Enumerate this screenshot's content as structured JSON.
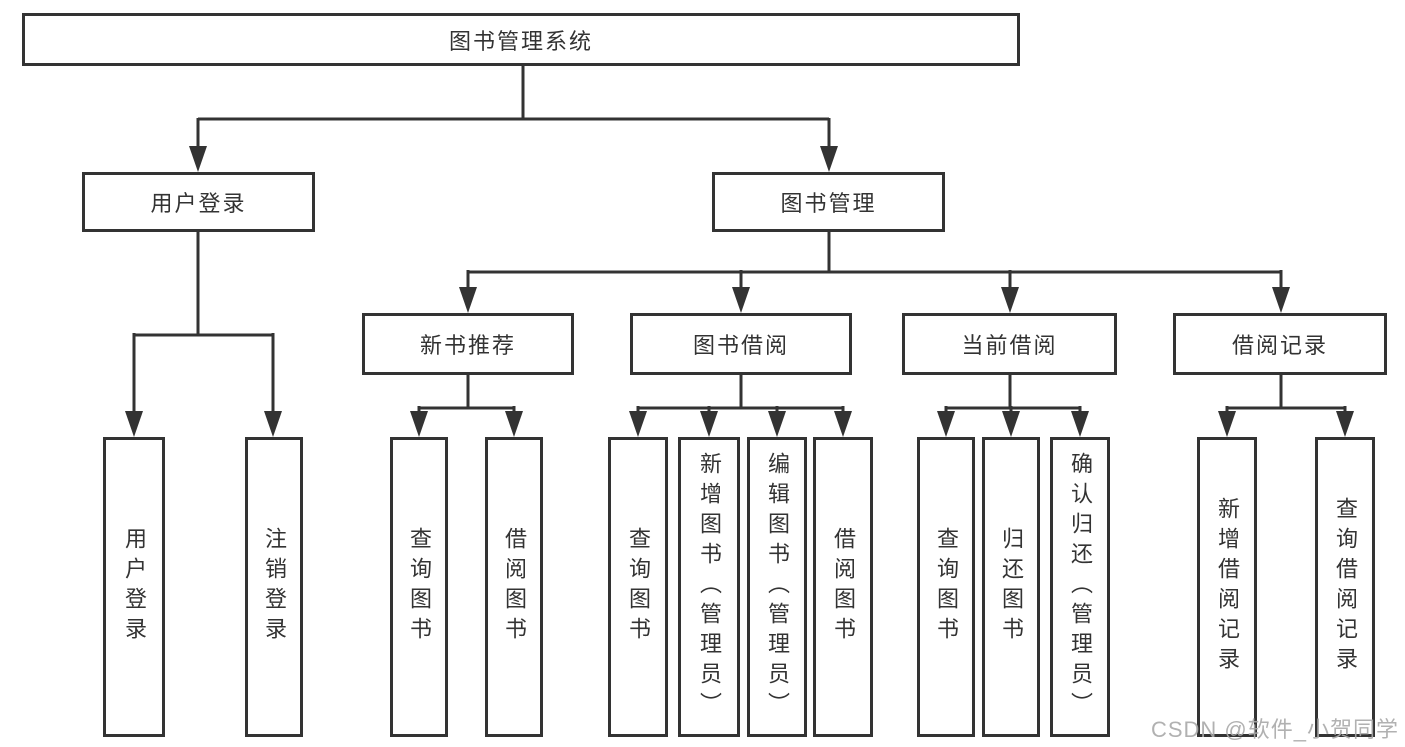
{
  "nodes": {
    "root": {
      "label": "图书管理系统"
    },
    "level2": [
      {
        "label": "用户登录"
      },
      {
        "label": "图书管理"
      }
    ],
    "level3": [
      {
        "label": "新书推荐"
      },
      {
        "label": "图书借阅"
      },
      {
        "label": "当前借阅"
      },
      {
        "label": "借阅记录"
      }
    ],
    "leaves_user_login": [
      {
        "label": "用户登录"
      },
      {
        "label": "注销登录"
      }
    ],
    "leaves_new_book": [
      {
        "label": "查询图书"
      },
      {
        "label": "借阅图书"
      }
    ],
    "leaves_book_borrow": [
      {
        "label": "查询图书"
      },
      {
        "label": "新增图书（管理员）"
      },
      {
        "label": "编辑图书（管理员）"
      },
      {
        "label": "借阅图书"
      }
    ],
    "leaves_current_borrow": [
      {
        "label": "查询图书"
      },
      {
        "label": "归还图书"
      },
      {
        "label": "确认归还（管理员）"
      }
    ],
    "leaves_records": [
      {
        "label": "新增借阅记录"
      },
      {
        "label": "查询借阅记录"
      }
    ]
  },
  "watermark": {
    "text": "CSDN @软件_小贺同学"
  },
  "colors": {
    "line": "#333333",
    "box_border": "#333333",
    "text": "#333333",
    "watermark": "#a8a8a8",
    "background": "#ffffff"
  }
}
